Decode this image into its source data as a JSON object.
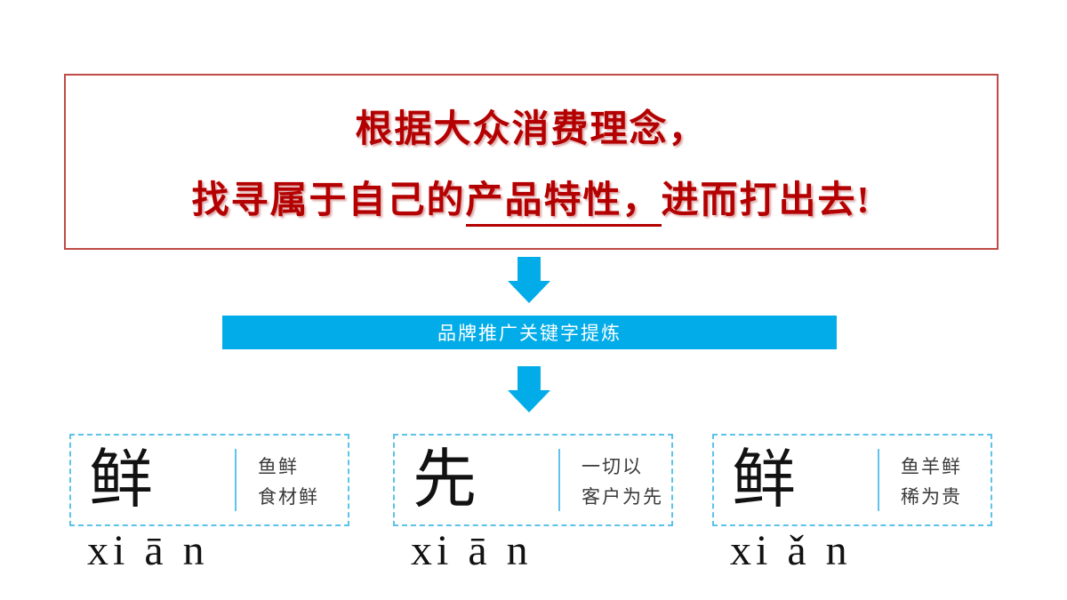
{
  "colors": {
    "headline_text": "#b40000",
    "headline_border": "#bf4b47",
    "flow_blue": "#01ace8",
    "dashed_border_blue": "#5bc2ea",
    "banner_text": "#ffffff",
    "character_ink": "#121212",
    "note_text": "#3a3a3a"
  },
  "icons": {
    "flow_arrow_1": "down-arrow",
    "flow_arrow_2": "down-arrow"
  },
  "headline_box": {
    "line1": "根据大众消费理念，",
    "line2_prefix": "找寻属于自己的",
    "line2_underlined": "产品特性，",
    "line2_suffix": "进而打出去!"
  },
  "banner": {
    "label": "品牌推广关键字提炼"
  },
  "cards": [
    {
      "character": "鲜",
      "note_line1": "鱼鲜",
      "note_line2": "食材鲜",
      "pinyin": "xi ā n"
    },
    {
      "character": "先",
      "note_line1": "一切以",
      "note_line2": "客户为先",
      "pinyin": "xi ā n"
    },
    {
      "character": "鲜",
      "note_line1": "鱼羊鲜",
      "note_line2": "稀为贵",
      "pinyin": "xi ǎ n"
    }
  ]
}
